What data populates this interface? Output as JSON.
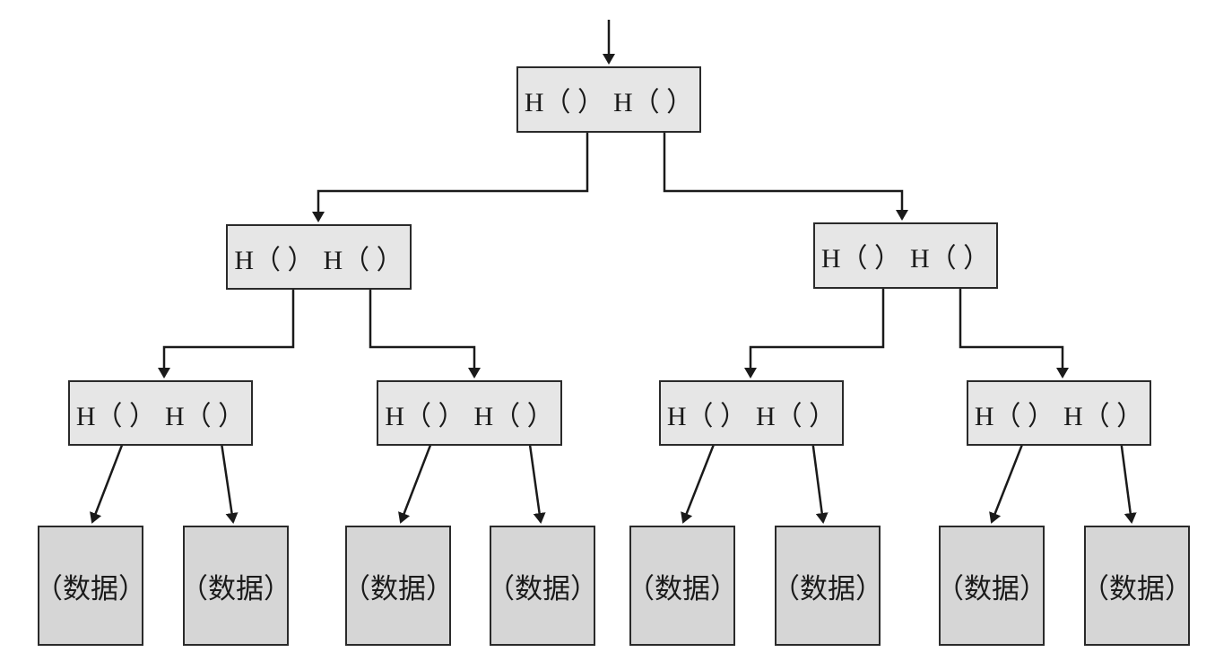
{
  "hash_nodes": [
    {
      "id": "root",
      "part1": "H（ ）",
      "part2": "H（ ）"
    },
    {
      "id": "L",
      "part1": "H（ ）",
      "part2": "H（ ）"
    },
    {
      "id": "R",
      "part1": "H（ ）",
      "part2": "H（ ）"
    },
    {
      "id": "LL",
      "part1": "H（ ）",
      "part2": "H（ ）"
    },
    {
      "id": "LR",
      "part1": "H（ ）",
      "part2": "H（ ）"
    },
    {
      "id": "RL",
      "part1": "H（ ）",
      "part2": "H（ ）"
    },
    {
      "id": "RR",
      "part1": "H（ ）",
      "part2": "H（ ）"
    }
  ],
  "data_leaves": [
    {
      "label": "（数据）"
    },
    {
      "label": "（数据）"
    },
    {
      "label": "（数据）"
    },
    {
      "label": "（数据）"
    },
    {
      "label": "（数据）"
    },
    {
      "label": "（数据）"
    },
    {
      "label": "（数据）"
    },
    {
      "label": "（数据）"
    }
  ]
}
